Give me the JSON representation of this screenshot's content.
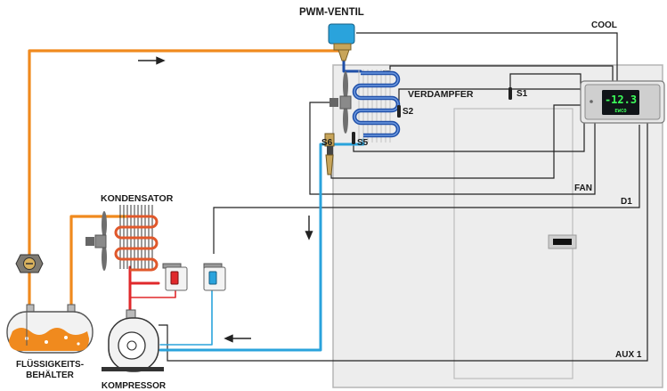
{
  "labels": {
    "pwm_valve": "PWM-VENTIL",
    "cool": "COOL",
    "evaporator": "VERDAMPFER",
    "s1": "S1",
    "s2": "S2",
    "s5": "S5",
    "s6": "S6",
    "fan": "FAN",
    "d1": "D1",
    "condenser": "KONDENSATOR",
    "receiver_line1": "FLÜSSIGKEITS-",
    "receiver_line2": "BEHÄLTER",
    "compressor": "KOMPRESSOR",
    "aux1": "AUX 1"
  },
  "controller": {
    "display_value": "-12.3",
    "display_sub": "EWCO"
  },
  "colors": {
    "liquid_line": "#f08a1e",
    "suction_line": "#2aa3dc",
    "discharge_line": "#e0282b",
    "cabinet_fill": "#ededed",
    "cabinet_border": "#b5b5b5",
    "wire": "#222222",
    "evaporator_coil": "#1f4fa8",
    "condenser_coil": "#e0582b"
  }
}
